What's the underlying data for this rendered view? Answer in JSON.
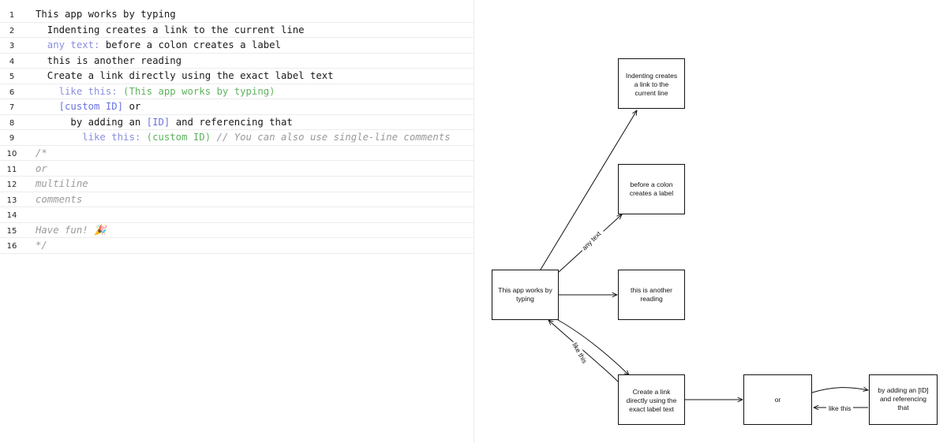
{
  "editor": {
    "lines": [
      {
        "n": "1",
        "segments": [
          {
            "t": "This app works by typing",
            "c": "plain"
          }
        ]
      },
      {
        "n": "2",
        "segments": [
          {
            "t": "  Indenting creates a link to the current line",
            "c": "plain"
          }
        ]
      },
      {
        "n": "3",
        "segments": [
          {
            "t": "  any text:",
            "c": "lbl"
          },
          {
            "t": " before a colon creates a label",
            "c": "plain"
          }
        ]
      },
      {
        "n": "4",
        "segments": [
          {
            "t": "  this is another reading",
            "c": "plain"
          }
        ]
      },
      {
        "n": "5",
        "segments": [
          {
            "t": "  Create a link directly using the exact label text",
            "c": "plain"
          }
        ]
      },
      {
        "n": "6",
        "segments": [
          {
            "t": "    like this:",
            "c": "lbl"
          },
          {
            "t": " (This app works by typing)",
            "c": "ref"
          }
        ]
      },
      {
        "n": "7",
        "segments": [
          {
            "t": "    [custom ID]",
            "c": "idt"
          },
          {
            "t": " or",
            "c": "plain"
          }
        ]
      },
      {
        "n": "8",
        "segments": [
          {
            "t": "      by adding an ",
            "c": "plain"
          },
          {
            "t": "[ID]",
            "c": "idt"
          },
          {
            "t": " and referencing that",
            "c": "plain"
          }
        ]
      },
      {
        "n": "9",
        "segments": [
          {
            "t": "        like this:",
            "c": "lbl"
          },
          {
            "t": " (custom ID)",
            "c": "ref"
          },
          {
            "t": " // You can also use single-line comments",
            "c": "cmt"
          }
        ]
      },
      {
        "n": "10",
        "segments": [
          {
            "t": "/*",
            "c": "cmt"
          }
        ]
      },
      {
        "n": "11",
        "segments": [
          {
            "t": "or",
            "c": "cmt"
          }
        ]
      },
      {
        "n": "12",
        "segments": [
          {
            "t": "multiline",
            "c": "cmt"
          }
        ]
      },
      {
        "n": "13",
        "segments": [
          {
            "t": "comments",
            "c": "cmt"
          }
        ]
      },
      {
        "n": "14",
        "segments": [
          {
            "t": "",
            "c": "plain"
          }
        ]
      },
      {
        "n": "15",
        "segments": [
          {
            "t": "Have fun! 🎉",
            "c": "cmt"
          }
        ]
      },
      {
        "n": "16",
        "segments": [
          {
            "t": "*/",
            "c": "cmt"
          }
        ]
      }
    ]
  },
  "graph": {
    "nodes": {
      "indenting": "Indenting creates a link to the current line",
      "colon": "before a colon creates a label",
      "reading": "this is another reading",
      "app": "This app works by typing",
      "create": "Create a link directly using the exact label text",
      "or": "or",
      "adding": "by adding an [ID] and referencing that"
    },
    "edge_labels": {
      "any_text": "any text",
      "like_this_1": "like this",
      "like_this_2": "like this"
    }
  },
  "colors": {
    "label": "#8a8fe0",
    "reference": "#5fb35f",
    "id": "#6a72e0",
    "comment": "#9a9a9a"
  }
}
